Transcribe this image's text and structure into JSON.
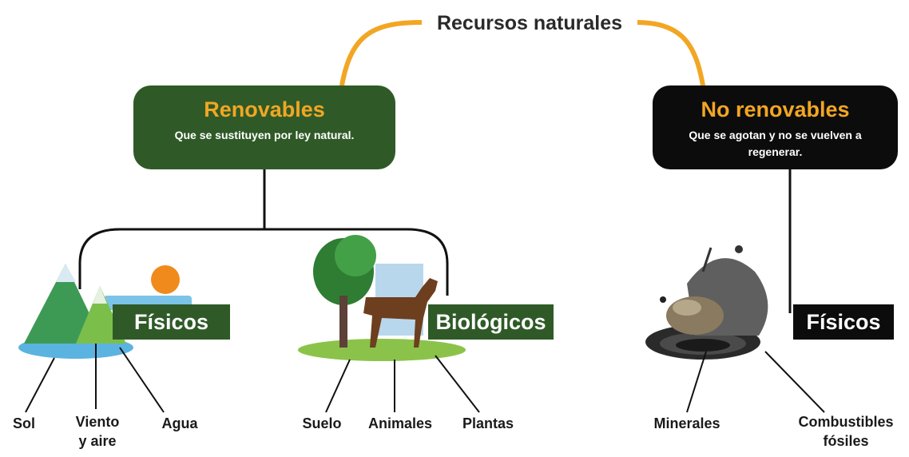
{
  "title": "Recursos naturales",
  "renovables": {
    "title": "Renovables",
    "description": "Que se sustituyen por ley natural.",
    "fisicos": {
      "label": "Físicos",
      "items": [
        "Sol",
        "Viento y aire",
        "Agua"
      ]
    },
    "biologicos": {
      "label": "Biológicos",
      "items": [
        "Suelo",
        "Animales",
        "Plantas"
      ]
    }
  },
  "no_renovables": {
    "title": "No renovables",
    "description": "Que se agotan y no se vuelven a regenerar.",
    "fisicos": {
      "label": "Físicos",
      "items": [
        "Minerales",
        "Combustibles fósiles"
      ]
    }
  },
  "colors": {
    "renovable_green": "#2f5a28",
    "no_renovable_black": "#0c0c0c",
    "connector_orange": "#f2a623",
    "title_orange": "#f2a623"
  }
}
